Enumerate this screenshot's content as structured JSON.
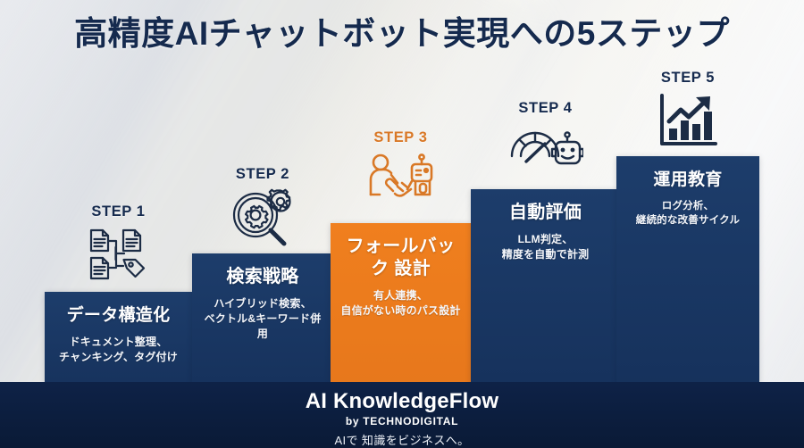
{
  "header": {
    "title": "高精度AIチャットボット実現への5ステップ"
  },
  "theme": {
    "navy": "#1b3a66",
    "navy_dark": "#0e2247",
    "orange": "#ed7d1e",
    "orange_text": "#d97826",
    "title_color": "#152a4e",
    "background": "#f1f2f4"
  },
  "steps": [
    {
      "label": "STEP 1",
      "icon": "documents-tag-icon",
      "title": "データ構造化",
      "desc_lines": [
        "ドキュメント整理、",
        "チャンキング、タグ付け"
      ],
      "accent": false
    },
    {
      "label": "STEP 2",
      "icon": "magnifier-gear-icon",
      "title": "検索戦略",
      "desc_lines": [
        "ハイブリッド検索、",
        "ベクトル&キーワード併用"
      ],
      "accent": false
    },
    {
      "label": "STEP 3",
      "icon": "human-robot-handshake-icon",
      "title_lines": [
        "フォールバック",
        "設計"
      ],
      "title": "フォールバック設計",
      "desc_lines": [
        "有人連携、",
        "自信がない時のパス設計"
      ],
      "accent": true
    },
    {
      "label": "STEP 4",
      "icon": "gauge-robot-icon",
      "title": "自動評価",
      "desc_lines": [
        "LLM判定、",
        "精度を自動で計測"
      ],
      "accent": false
    },
    {
      "label": "STEP 5",
      "icon": "bar-chart-arrow-icon",
      "title": "運用教育",
      "desc_lines": [
        "ログ分析、",
        "継続的な改善サイクル"
      ],
      "accent": false
    }
  ],
  "footer": {
    "brand": "AI KnowledgeFlow",
    "byline": "by TECHNODIGITAL",
    "tagline": "AIで 知識をビジネスへ。"
  }
}
